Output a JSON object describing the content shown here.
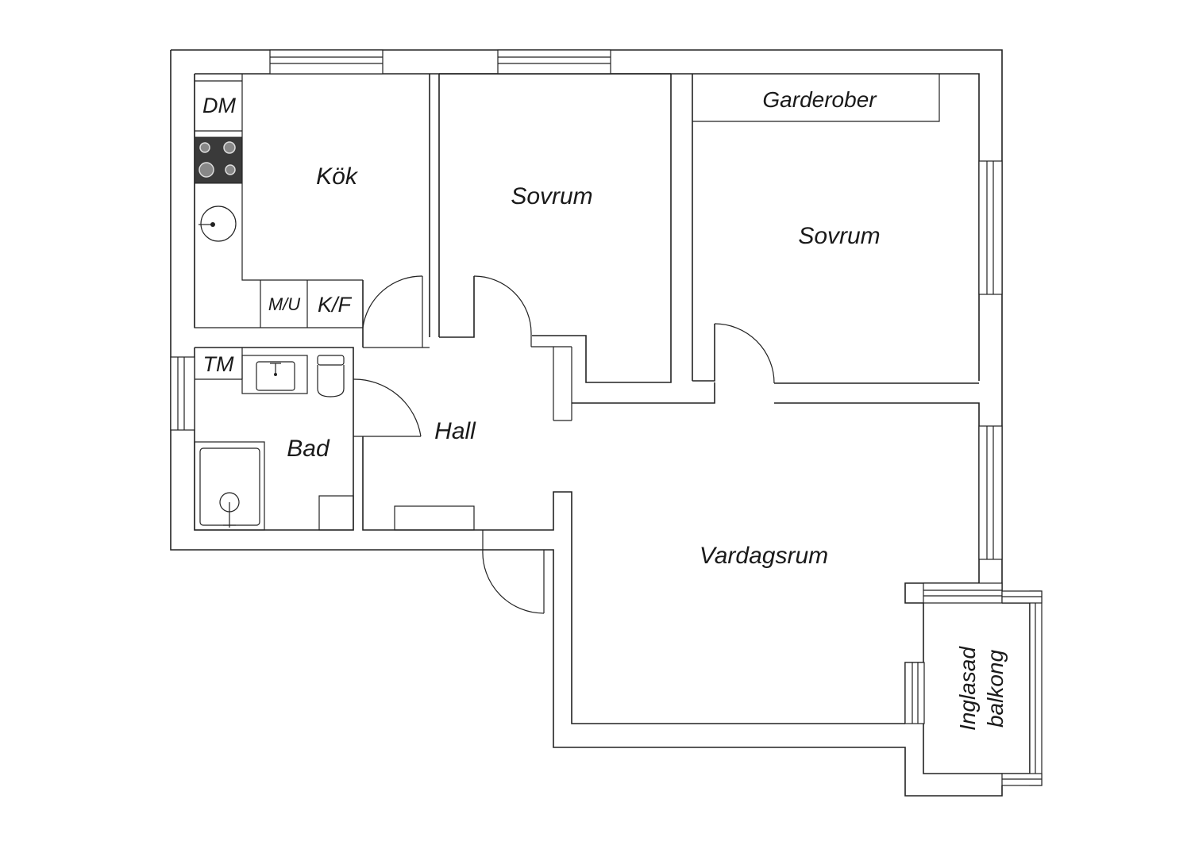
{
  "rooms": {
    "kitchen": "Kök",
    "bedroom1": "Sovrum",
    "bedroom2": "Sovrum",
    "wardrobes": "Garderober",
    "hall": "Hall",
    "bathroom": "Bad",
    "living": "Vardagsrum",
    "balcony_line1": "Inglasad",
    "balcony_line2": "balkong"
  },
  "fixtures": {
    "dishwasher": "DM",
    "microwave_oven": "M/U",
    "fridge_freezer": "K/F",
    "washing_machine": "TM"
  },
  "icons": [
    "stove-icon",
    "kitchen-sink-icon",
    "wash-basin-icon",
    "toilet-icon",
    "shower-icon"
  ]
}
